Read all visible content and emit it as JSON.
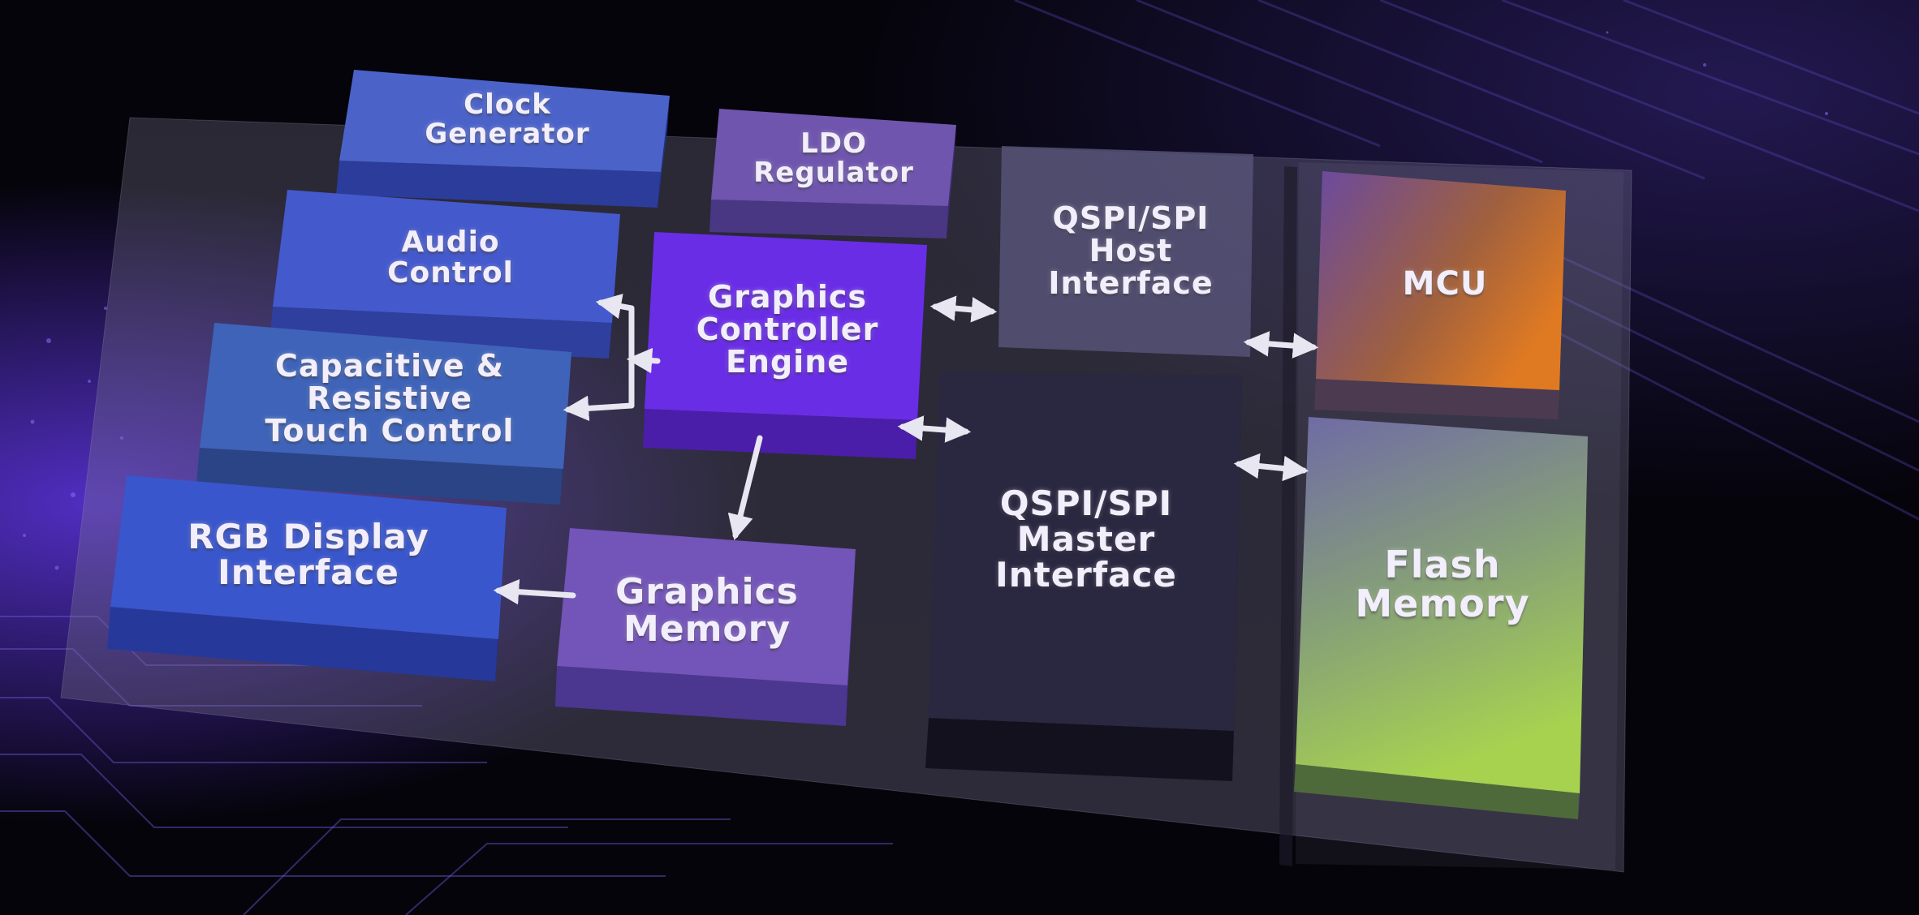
{
  "blocks": {
    "clock_generator": "Clock\nGenerator",
    "audio_control": "Audio\nControl",
    "touch_control": "Capacitive &\nResistive\nTouch Control",
    "rgb_display": "RGB Display\nInterface",
    "ldo_regulator": "LDO\nRegulator",
    "graphics_engine": "Graphics\nController\nEngine",
    "graphics_memory": "Graphics\nMemory",
    "host_interface": "QSPI/SPI\nHost\nInterface",
    "master_interface": "QSPI/SPI\nMaster\nInterface",
    "mcu": "MCU",
    "flash_memory": "Flash\nMemory"
  },
  "colors": {
    "background": "#05040b",
    "accent_purple": "#7a3cff",
    "engine": "#6d2ee6",
    "blue_block": "#3f54c9",
    "mcu_orange": "#d9742a",
    "flash_green": "#9fcf4f",
    "arrow": "#e8e6f0"
  }
}
